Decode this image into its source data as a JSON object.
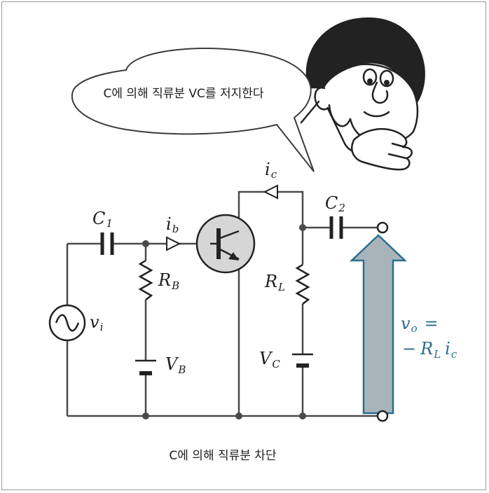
{
  "speech_bubble": {
    "text": "C에 의해 직류분 VC를 저지한다"
  },
  "caption": {
    "text": "C에 의해 직류분 차단"
  },
  "labels": {
    "c1": {
      "main": "C",
      "sub": "1"
    },
    "c2": {
      "main": "C",
      "sub": "2"
    },
    "ib": {
      "main": "i",
      "sub": "b"
    },
    "ic": {
      "main": "i",
      "sub": "c"
    },
    "rb": {
      "main": "R",
      "sub": "B"
    },
    "rl": {
      "main": "R",
      "sub": "L"
    },
    "vb": {
      "main": "V",
      "sub": "B"
    },
    "vc": {
      "main": "V",
      "sub": "C"
    },
    "vi": {
      "main": "v",
      "sub": "i"
    },
    "vo_line1_main": "v",
    "vo_line1_sub": "o",
    "vo_line1_eq": "=",
    "vo_line2_minus": "−",
    "vo_line2_r": "R",
    "vo_line2_rsub": "L",
    "vo_line2_i": "i",
    "vo_line2_isub": "c"
  },
  "colors": {
    "wire": "#4a4a4a",
    "arrow_fill": "#a9b4ba",
    "arrow_stroke": "#2a6f8e",
    "accent_text": "#2a6f8e"
  }
}
